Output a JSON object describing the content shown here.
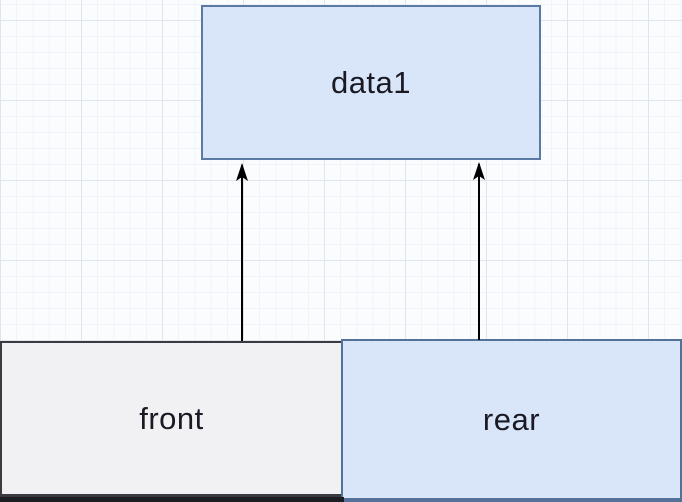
{
  "diagram": {
    "description": "Queue data structure diagram: front and rear pointers referencing node data1",
    "nodes": [
      {
        "id": "data1",
        "label": "data1",
        "fill": "#d9e5f9",
        "border": "#5b79a4"
      },
      {
        "id": "front",
        "label": "front",
        "fill": "#f1f1f4",
        "border": "#3a3a42"
      },
      {
        "id": "rear",
        "label": "rear",
        "fill": "#d9e5f9",
        "border": "#54719a"
      }
    ],
    "edges": [
      {
        "from": "front",
        "to": "data1",
        "style": "straight-arrow-up",
        "color": "#000000"
      },
      {
        "from": "rear",
        "to": "data1",
        "style": "straight-arrow-up",
        "color": "#000000"
      }
    ],
    "colors": {
      "canvas-bg": "#fbfcfe",
      "grid-major": "#dfe5ec",
      "grid-minor": "#eff4fa",
      "text": "#1a1a24",
      "arrow": "#000000"
    }
  }
}
